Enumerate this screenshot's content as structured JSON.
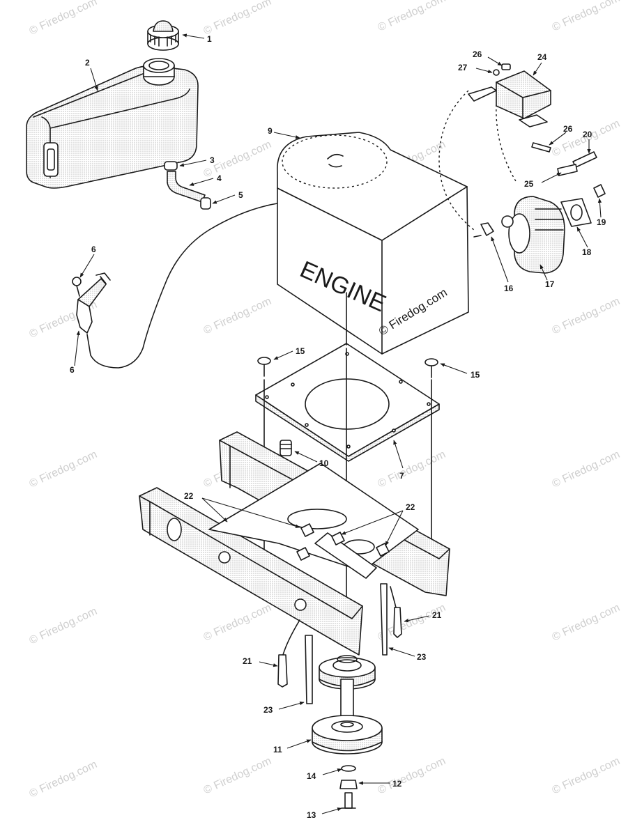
{
  "diagram": {
    "engine_label": "ENGINE",
    "copyright_mark": "© Firedog.com",
    "watermark": "© Firedog.com",
    "callouts": {
      "c1": "1",
      "c2": "2",
      "c3": "3",
      "c4": "4",
      "c5": "5",
      "c6a": "6",
      "c6b": "6",
      "c7": "7",
      "c9": "9",
      "c10": "10",
      "c11": "11",
      "c12": "12",
      "c13": "13",
      "c14": "14",
      "c15a": "15",
      "c15b": "15",
      "c16": "16",
      "c17": "17",
      "c18": "18",
      "c19": "19",
      "c20": "20",
      "c21a": "21",
      "c21b": "21",
      "c22a": "22",
      "c22b": "22",
      "c23a": "23",
      "c23b": "23",
      "c24": "24",
      "c25": "25",
      "c26a": "26",
      "c26b": "26",
      "c27": "27"
    }
  }
}
